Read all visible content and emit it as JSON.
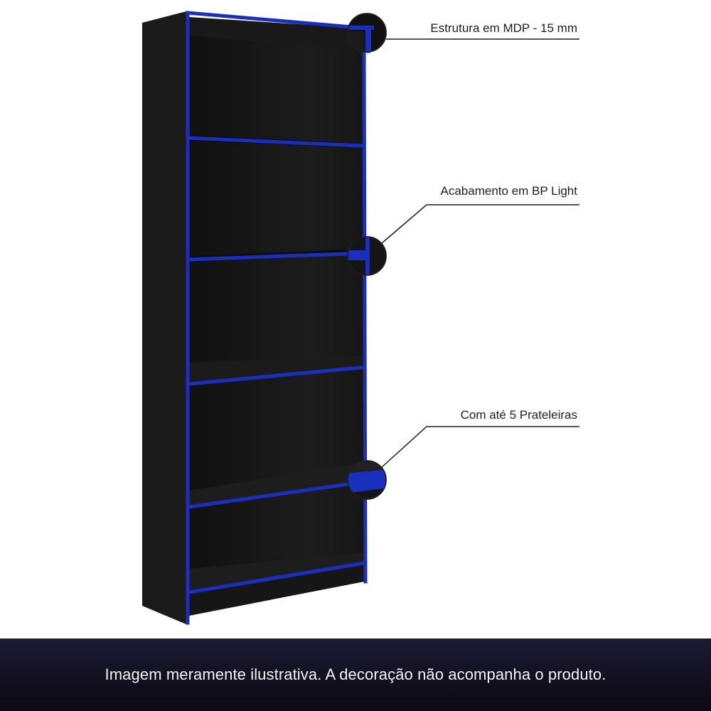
{
  "product": {
    "body_color": "#141414",
    "edge_color": "#1a2fbf"
  },
  "callouts": [
    {
      "label": "Estrutura em MDP - 15 mm"
    },
    {
      "label": "Acabamento em BP Light"
    },
    {
      "label": "Com até 5 Prateleiras"
    }
  ],
  "footer": {
    "disclaimer": "Imagem meramente ilustrativa. A decoração não acompanha o produto."
  }
}
